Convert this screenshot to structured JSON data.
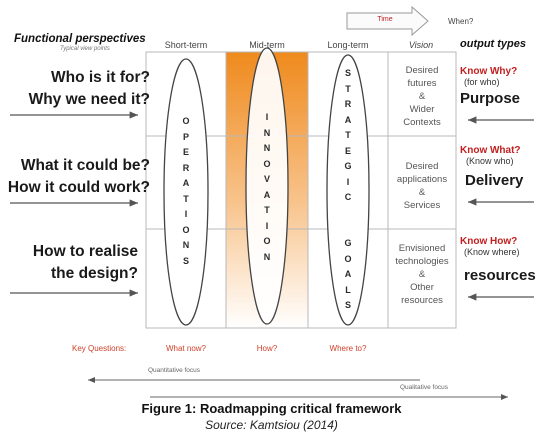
{
  "header": {
    "left_title": "Functional perspectives",
    "left_subtitle": "Typical view points",
    "columns": [
      "Short-term",
      "Mid-term",
      "Long-term",
      "Vision"
    ],
    "right_title": "output types",
    "time_label": "Time",
    "when_label": "When?"
  },
  "rows": [
    {
      "questions": [
        "Who is it for?",
        "Why we need it?"
      ],
      "vision": [
        "Desired",
        "futures",
        "&",
        "Wider",
        "Contexts"
      ],
      "output_red": "Know Why?",
      "output_paren": "(for who)",
      "output_big": "Purpose"
    },
    {
      "questions": [
        "What it could be?",
        "How it could work?"
      ],
      "vision": [
        "Desired",
        "applications",
        "&",
        "Services"
      ],
      "output_red": "Know What?",
      "output_paren": "(Know who)",
      "output_big": "Delivery"
    },
    {
      "questions": [
        "How to realise",
        "the design?"
      ],
      "vision": [
        "Envisioned",
        "technologies",
        "&",
        "Other",
        "resources"
      ],
      "output_red": "Know How?",
      "output_paren": "(Know where)",
      "output_big": "resources"
    }
  ],
  "vertical_labels": {
    "operations": [
      "O",
      "P",
      "E",
      "R",
      "A",
      "T",
      "I",
      "O",
      "N",
      "S"
    ],
    "innovation": [
      "I",
      "N",
      "N",
      "O",
      "V",
      "A",
      "T",
      "I",
      "O",
      "N"
    ],
    "strategic": [
      "S",
      "T",
      "R",
      "A",
      "T",
      "E",
      "G",
      "I",
      "C"
    ],
    "goals": [
      "G",
      "O",
      "A",
      "L",
      "S"
    ]
  },
  "key_questions": {
    "label": "Key Questions:",
    "items": [
      "What now?",
      "How?",
      "Where to?"
    ]
  },
  "focus": {
    "quantitative": "Quantitative focus",
    "qualitative": "Qualitative focus"
  },
  "caption": "Figure 1: Roadmapping critical framework",
  "source": "Source: Kamtsiou (2014)",
  "colors": {
    "accent_red": "#c0201f",
    "orange_top": "#f08c1e",
    "orange_bottom": "#ffffff",
    "grid": "#b8b8b8"
  }
}
